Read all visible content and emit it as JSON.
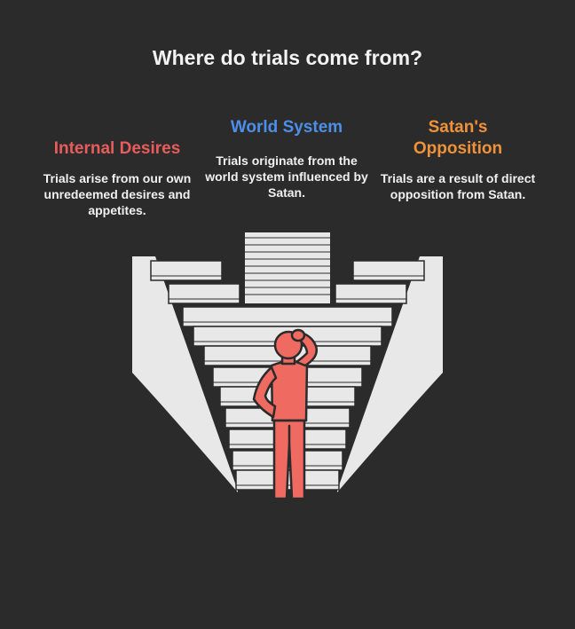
{
  "title": "Where do trials come from?",
  "columns": [
    {
      "heading": "Internal Desires",
      "text": "Trials arise from our own unredeemed desires and appetites.",
      "color": "#e85c5c"
    },
    {
      "heading": "World System",
      "text": "Trials originate from the world system influenced by Satan.",
      "color": "#4d8fe8"
    },
    {
      "heading": "Satan's\nOpposition",
      "text": "Trials are a result of direct opposition from Satan.",
      "color": "#ef923a"
    }
  ],
  "illustration": {
    "figure_color": "#ef6a60",
    "stair_color": "#e8e8e8",
    "outline_color": "#2b2b2b"
  }
}
